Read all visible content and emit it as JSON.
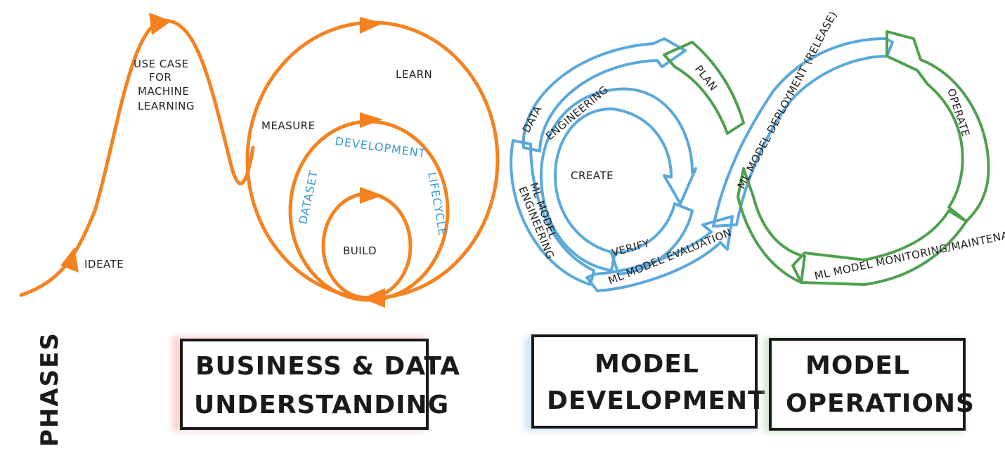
{
  "colors": {
    "orange": "#f58220",
    "blue": "#5aa8dc",
    "green": "#4fa04f",
    "text": "#222222",
    "accent_blue_text": "#3a9ad9",
    "shadow_red": "#f4b7b0",
    "shadow_blue": "#b9d8f0",
    "shadow_green": "#b8dcb8"
  },
  "lifecycle": {
    "ideate": "IDEATE",
    "use_case": [
      "USE CASE",
      "FOR",
      "MACHINE",
      "LEARNING"
    ],
    "learn": "LEARN",
    "measure": "MEASURE",
    "build": "BUILD",
    "dataset": "DATASET",
    "development": "DEVELOPMENT",
    "lifecycle": "LIFECYCLE"
  },
  "model_dev": {
    "data": "DATA",
    "engineering": "ENGINEERING",
    "create": "CREATE",
    "ml_model": "ML MODEL",
    "ml_engineering": "ENGINEERING",
    "verify": "VERIFY",
    "evaluation": "ML MODEL EVALUATION"
  },
  "model_ops": {
    "plan": "PLAN",
    "deployment": "ML MODEL DEPLOYMENT (RELEASE)",
    "operate": "OPERATE",
    "monitoring": "ML MODEL MONITORING/MAINTENANCE"
  },
  "phases": {
    "label": "PHASES",
    "business_line1": "BUSINESS & DATA",
    "business_line2": "UNDERSTANDING",
    "model_dev_line1": "MODEL",
    "model_dev_line2": "DEVELOPMENT",
    "model_ops_line1": "MODEL",
    "model_ops_line2": "OPERATIONS"
  }
}
